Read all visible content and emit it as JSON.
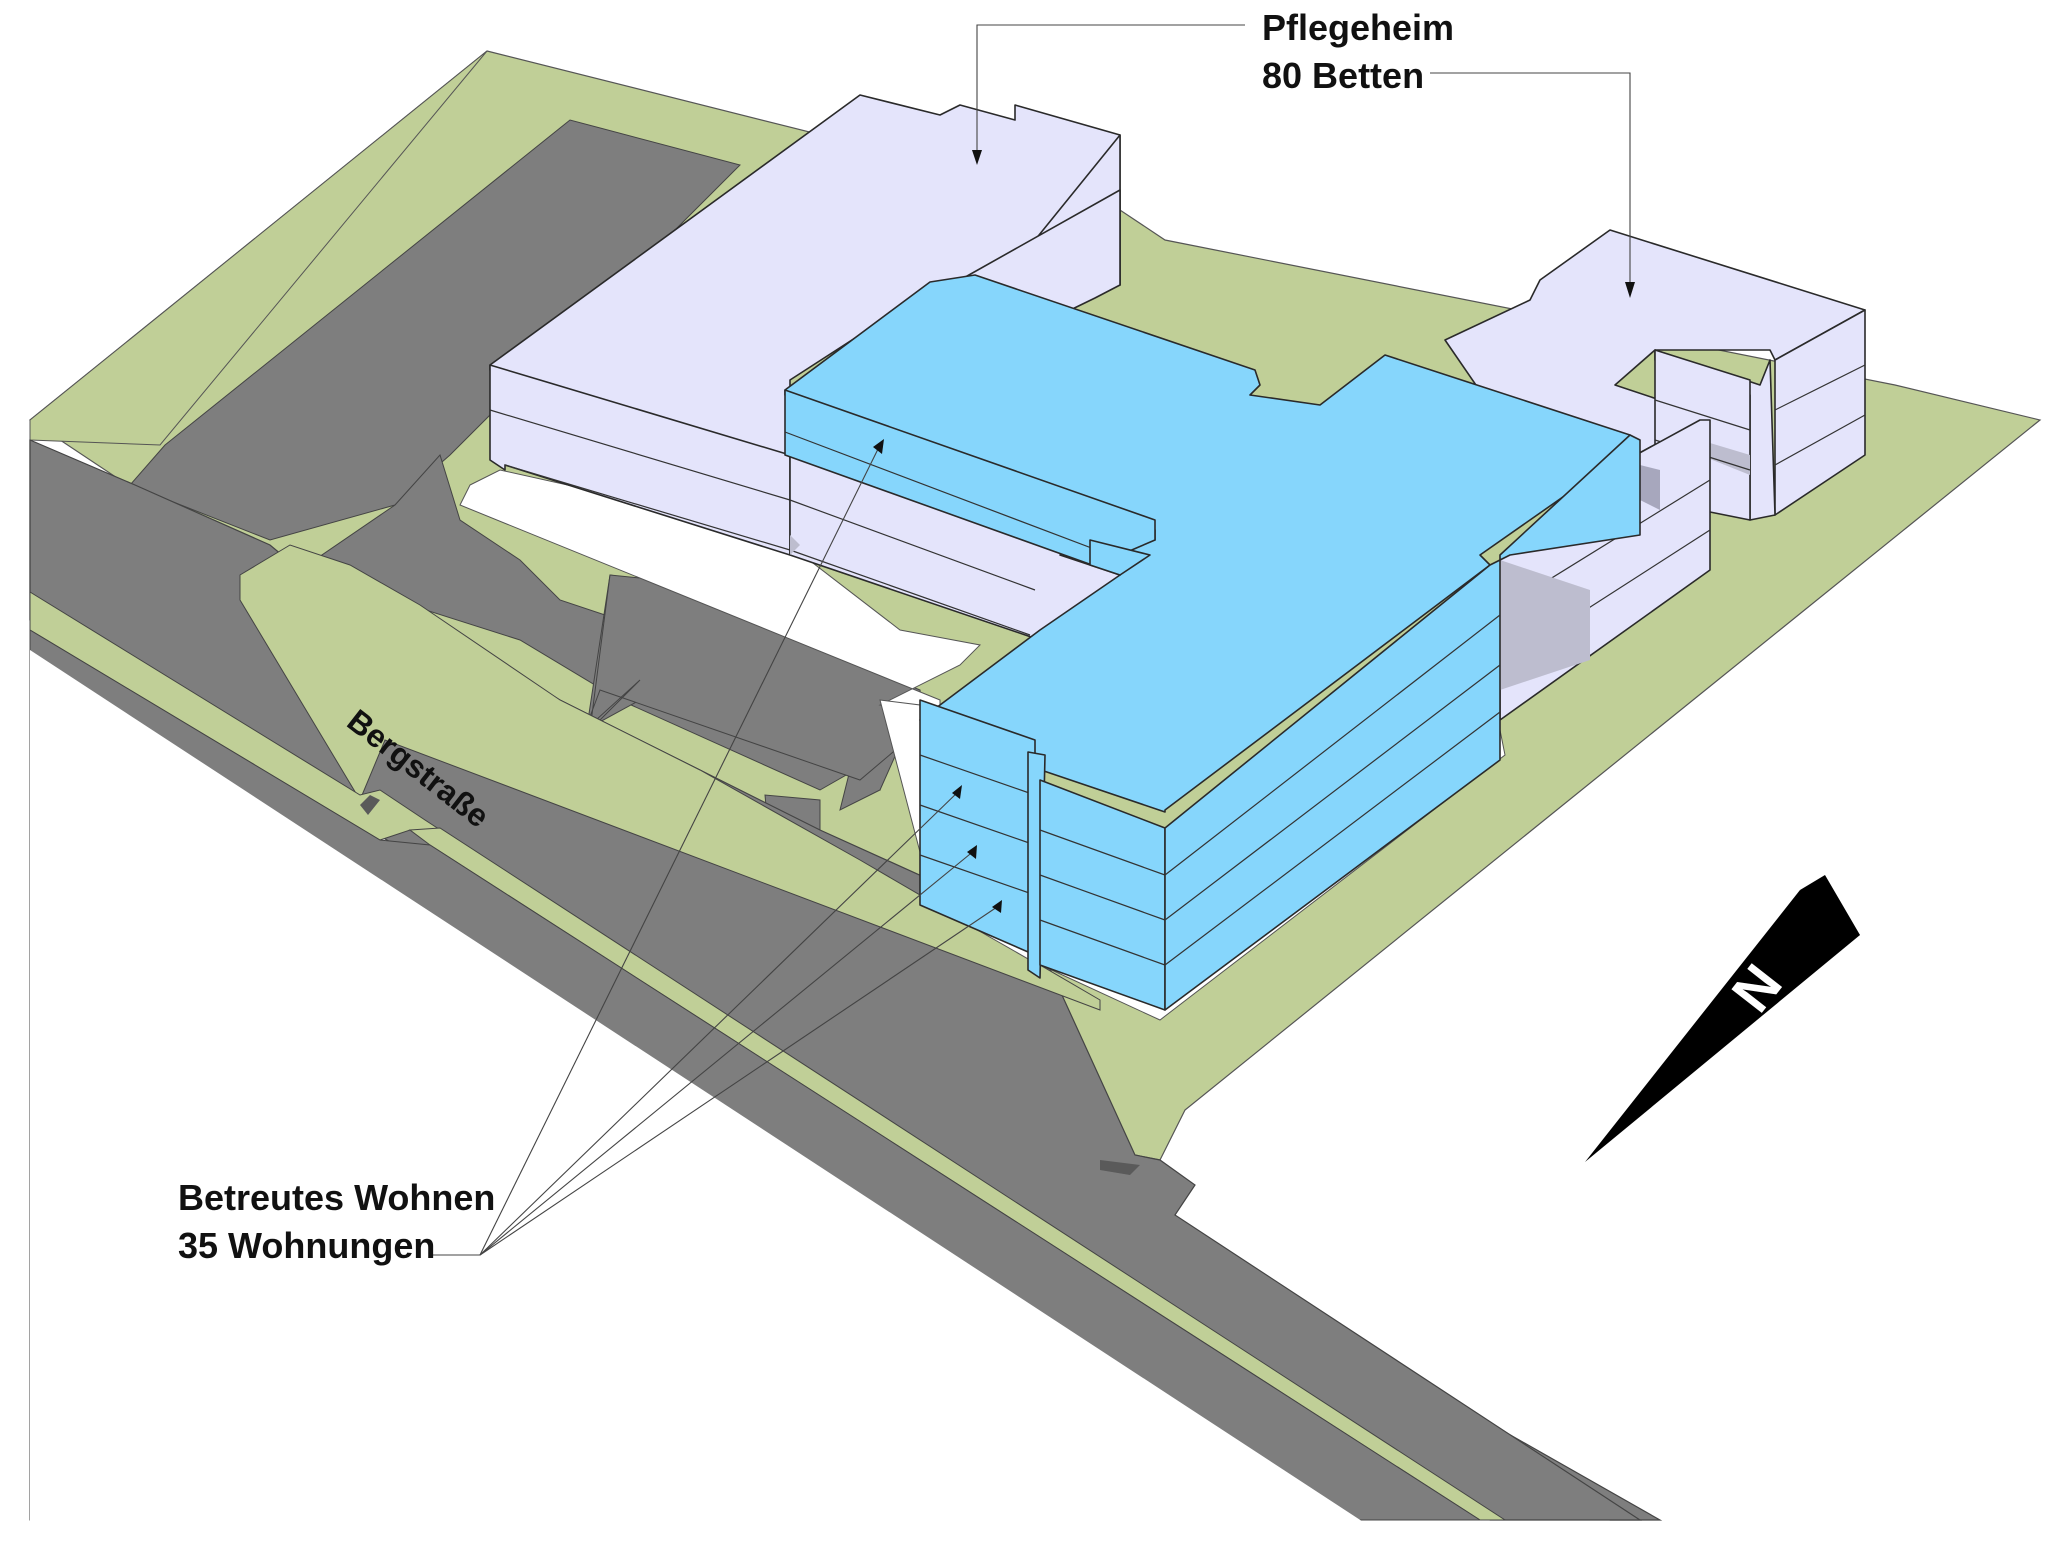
{
  "labels": {
    "care_home_line1": "Pflegeheim",
    "care_home_line2": "80 Betten",
    "assisted_living_line1": "Betreutes Wohnen",
    "assisted_living_line2": "35 Wohnungen",
    "street_name": "Bergstraße",
    "north_marker": "N"
  },
  "colors": {
    "grass": "#c0cf97",
    "road": "#808080",
    "building_existing": "#e4e4fb",
    "building_new": "#86d6fc",
    "shadow": "#bdbdcf",
    "north_arrow": "#000000"
  }
}
